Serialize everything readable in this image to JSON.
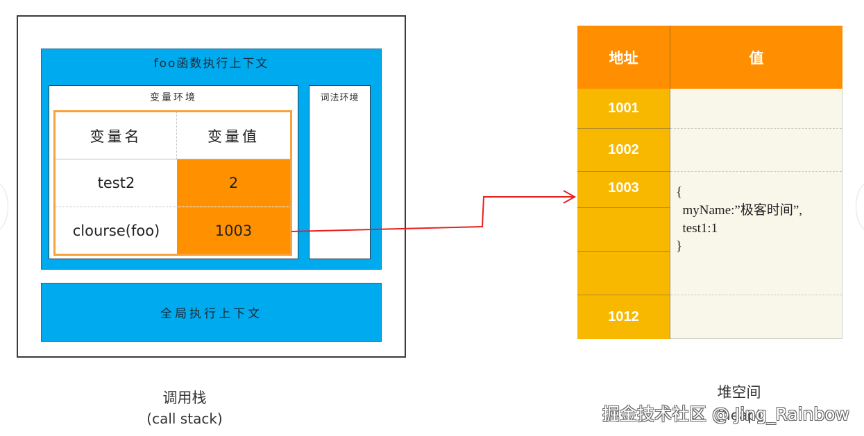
{
  "call_stack": {
    "foo_context": {
      "title": "foo函数执行上下文",
      "variable_environment": {
        "title": "变量环境",
        "columns": [
          "变量名",
          "变量值"
        ],
        "rows": [
          {
            "name": "test2",
            "value": "2"
          },
          {
            "name": "clourse(foo)",
            "value": "1003"
          }
        ]
      },
      "lexical_environment": {
        "title": "词法环境"
      }
    },
    "global_context": {
      "title": "全局执行上下文"
    },
    "caption_zh": "调用栈",
    "caption_en": "(call stack)"
  },
  "heap": {
    "columns": [
      "地址",
      "值"
    ],
    "addresses": [
      "1001",
      "1002",
      "1003",
      "",
      "",
      "1012"
    ],
    "object_at_1003": "{\n  myName:”极客时间”,\n  test1:1\n}",
    "caption_zh": "堆空间",
    "caption_en": "(heap)"
  },
  "pointer_arrow": {
    "from": "1003",
    "to": "1003",
    "color": "#e8201c"
  },
  "colors": {
    "context_blue": "#00aaee",
    "value_orange": "#ff9100",
    "header_orange": "#ff8f00",
    "address_yellow": "#f9b800",
    "value_cell_cream": "#f8f7ea"
  },
  "watermark": "掘金技术社区 @ Jing_Rainbow"
}
